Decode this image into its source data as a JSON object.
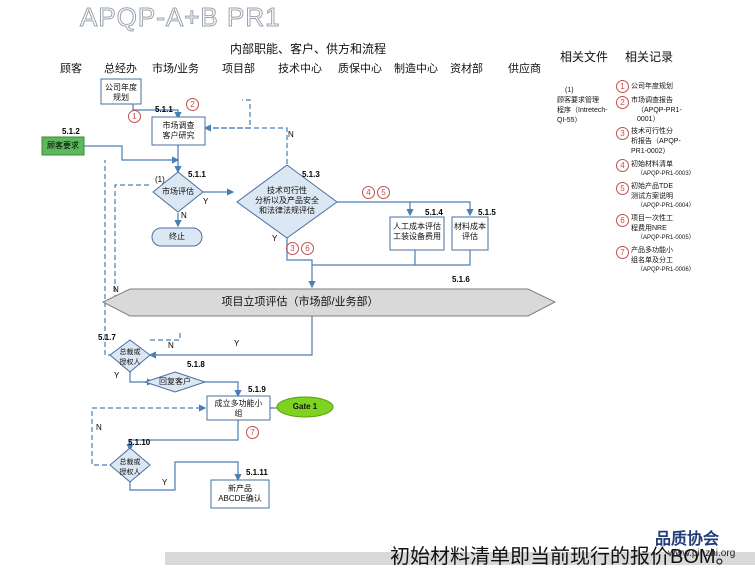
{
  "title": "APQP-A+B   PR1",
  "subtitle": "内部职能、客户、供方和流程",
  "lanes": [
    "顾客",
    "总经办",
    "市场/业务",
    "项目部",
    "技术中心",
    "质保中心",
    "制造中心",
    "资材部",
    "供应商"
  ],
  "side_headers": {
    "files": "相关文件",
    "records": "相关记录"
  },
  "files_note": {
    "num": "(1)",
    "text": [
      "顾客要求管理",
      "程序（Intretech-",
      "QI-55）"
    ]
  },
  "records": [
    {
      "num": "1",
      "lines": [
        "公司年度规划"
      ]
    },
    {
      "num": "2",
      "lines": [
        "市场调查报告",
        "（APQP-PR1-",
        "0001）"
      ]
    },
    {
      "num": "3",
      "lines": [
        "技术可行性分",
        "析报告（APQP-",
        "PR1-0002）"
      ]
    },
    {
      "num": "4",
      "lines": [
        "初始材料清单",
        "（APQP-PR1-0003）"
      ]
    },
    {
      "num": "5",
      "lines": [
        "初始产品TDE",
        "测试方案说明",
        "（APQP-PR1-0004）"
      ]
    },
    {
      "num": "6",
      "lines": [
        "项目一次性工",
        "程费用NRE",
        "（APQP-PR1-0005）"
      ]
    },
    {
      "num": "7",
      "lines": [
        "产品多功能小",
        "组名单及分工",
        "（APQP-PR1-0006）"
      ]
    }
  ],
  "nodes": {
    "plan": "公司年度\n规划",
    "survey": "市场调查\n客户研究",
    "customer_req": "顾客要求",
    "market_eval": "市场评估",
    "feasibility": "技术可行性\n分析以及产品安全\n和法律法规评估",
    "labor_cost": "人工成本评估\n工装设备费用",
    "material_cost": "材料成本\n评估",
    "terminate": "终止",
    "project_eval": "项目立项评估（市场部/业务部）",
    "gm_auth1": "总裁或\n授权人",
    "reply": "回复客户",
    "team": "成立多功能小\n组",
    "gate1": "Gate 1",
    "gm_auth2": "总裁或\n授权人",
    "new_product": "新产品\nABCDE确认"
  },
  "step_numbers": {
    "s511": "5.1.1",
    "s512": "5.1.2",
    "s511b": "5.1.1",
    "s513": "5.1.3",
    "s514": "5.1.4",
    "s515": "5.1.5",
    "s516": "5.1.6",
    "s517": "5.1.7",
    "s518": "5.1.8",
    "s519": "5.1.9",
    "s5110": "5.1.10",
    "s5111": "5.1.11"
  },
  "circle_marks": {
    "c1": "1",
    "c2": "2",
    "c1b": "(1)",
    "c4": "4",
    "c5": "5",
    "c3": "3",
    "c6": "6",
    "c7": "7"
  },
  "yn": {
    "y": "Y",
    "n": "N"
  },
  "bottom_text": "初始材料清单即当前现行的报价BOM。",
  "logo": "品质协会",
  "url": "www.pinzhi.org",
  "colors": {
    "node_fill": "#dbe7f3",
    "node_stroke": "#4a6fa1",
    "arrow": "#4a7fb5",
    "circle": "#c0504d",
    "gate": "#7ed321",
    "start": "#5cb85c"
  }
}
